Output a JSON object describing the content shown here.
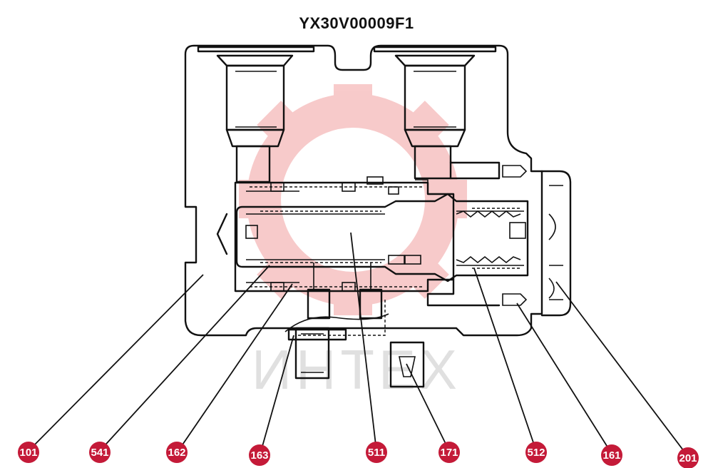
{
  "title": "YX30V00009F1",
  "watermark": {
    "text": "ИНТЕХ",
    "color": "#e8b8b8"
  },
  "colors": {
    "callout": "#c41a38",
    "ink": "#111111"
  },
  "callouts": [
    {
      "label": "101"
    },
    {
      "label": "541"
    },
    {
      "label": "162"
    },
    {
      "label": "163"
    },
    {
      "label": "511"
    },
    {
      "label": "171"
    },
    {
      "label": "512"
    },
    {
      "label": "161"
    },
    {
      "label": "201"
    }
  ]
}
